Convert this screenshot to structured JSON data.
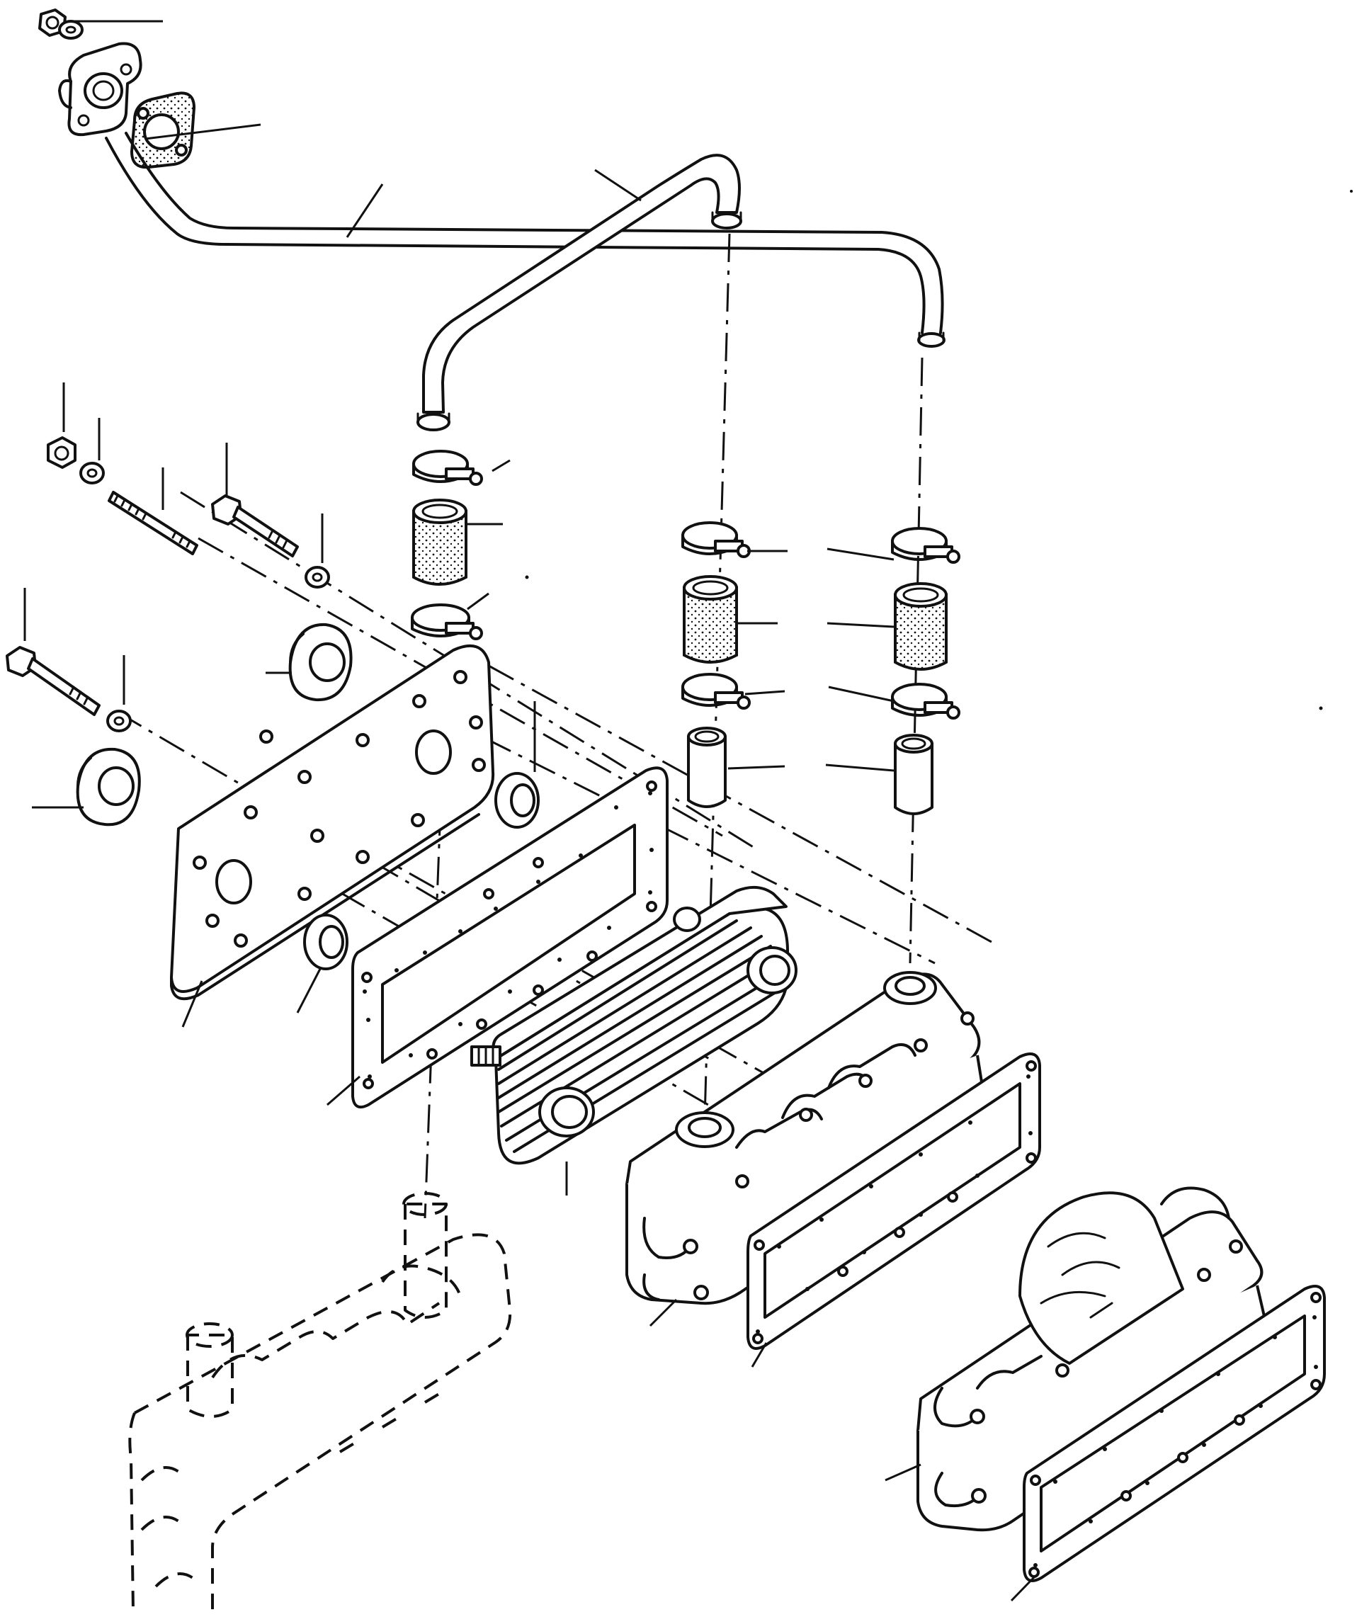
{
  "diagram": {
    "kind": "exploded-parts-view",
    "colors": {
      "ink": "#111111",
      "paper": "#ffffff"
    },
    "parts": [
      "nut-top",
      "washer-top",
      "flange",
      "flange-gasket",
      "oil-tube-long",
      "oil-tube-bent",
      "hose-clamp",
      "hose",
      "nut",
      "lock-washer",
      "stud",
      "bolt",
      "spacer",
      "cover-plate",
      "oring",
      "gasket",
      "oil-cooler-element",
      "cooler-housing",
      "housing-gasket",
      "rear-housing",
      "rear-gasket",
      "engine-block-ghost"
    ]
  }
}
